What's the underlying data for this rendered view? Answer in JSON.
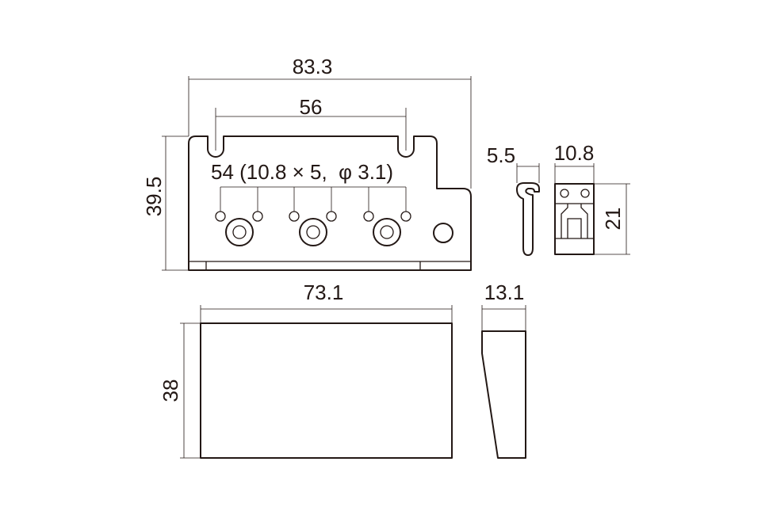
{
  "dimensions": {
    "overall_width": "83.3",
    "post_spacing": "56",
    "hole_note": "54 (10.8 × 5,  φ 3.1)",
    "base_height": "39.5",
    "clip_depth": "5.5",
    "block_width": "10.8",
    "block_height": "21",
    "cover_width": "73.1",
    "cover_height": "38",
    "cover_depth": "13.1"
  },
  "colors": {
    "line": "#231815",
    "background": "#ffffff"
  }
}
